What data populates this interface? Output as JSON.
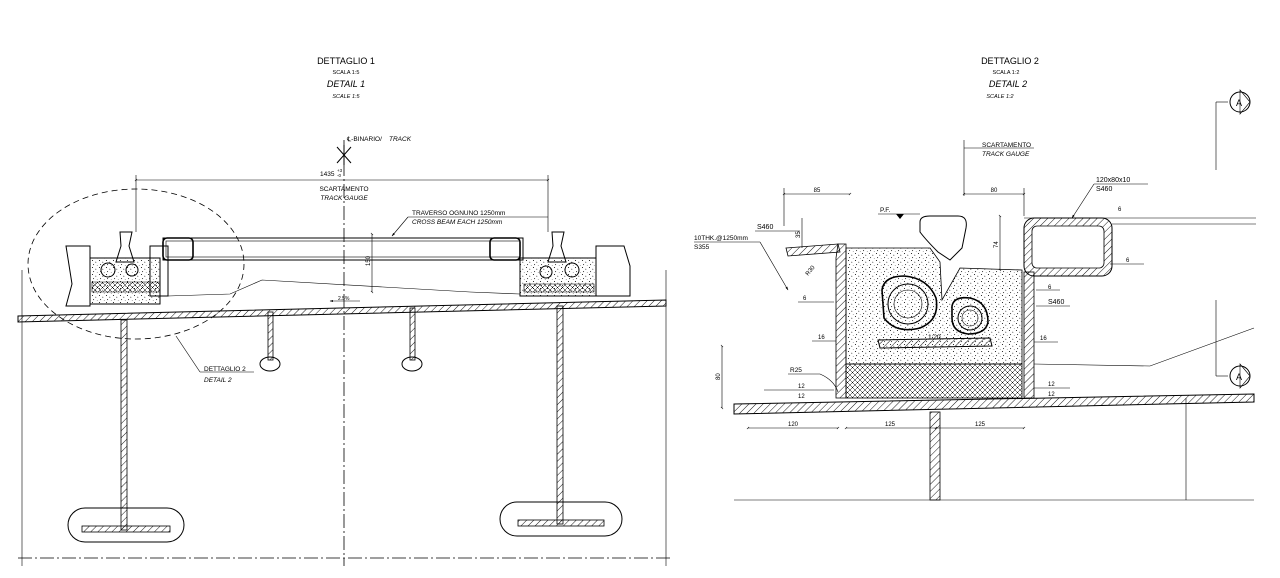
{
  "detail1": {
    "title_it": "DETTAGLIO  1",
    "scale_it": "SCALA  1:5",
    "title_en": "DETAIL  1",
    "scale_en": "SCALE  1:5",
    "track_cl": "℄-BINARIO/",
    "track_cl_en": "TRACK",
    "gauge_value": "1435",
    "gauge_tol": "+3",
    "gauge_tol2": "-0",
    "gauge_it": "SCARTAMENTO",
    "gauge_en": "TRACK GAUGE",
    "beam_it": "TRAVERSO  OGNUNO  1250mm",
    "beam_en": "CROSS  BEAM  EACH  1250mm",
    "dim_150": "150",
    "slope": "2.5%",
    "callout_it": "DETTAGLIO  2",
    "callout_en": "DETAIL  2"
  },
  "detail2": {
    "title_it": "DETTAGLIO  2",
    "scale_it": "SCALA  1:2",
    "title_en": "DETAIL  2",
    "scale_en": "SCALE  1:2",
    "gauge_it": "SCARTAMENTO",
    "gauge_en": "TRACK GAUGE",
    "dim_85": "85",
    "dim_80_top": "80",
    "dim_35": "35",
    "dim_74": "74",
    "dim_80_left": "80",
    "dim_120": "120",
    "dim_125a": "125",
    "dim_125b": "125",
    "pf": "P.F.",
    "plate_thk": "10THK.@1250mm",
    "plate_mat": "S355",
    "mat_s460a": "S460",
    "mat_s460b": "S460",
    "mat_s460c": "S460",
    "rhs": "120x80x10",
    "r30": "R30",
    "r25": "R25",
    "weld_6a": "6",
    "weld_6b": "6",
    "weld_6c": "6",
    "weld_6d": "6",
    "weld_16a": "16",
    "weld_16b": "16",
    "weld_12a": "12",
    "weld_12b": "12",
    "weld_12c": "12",
    "weld_12d": "12",
    "incl": "1:20",
    "section_a1": "A",
    "section_a2": "A"
  }
}
